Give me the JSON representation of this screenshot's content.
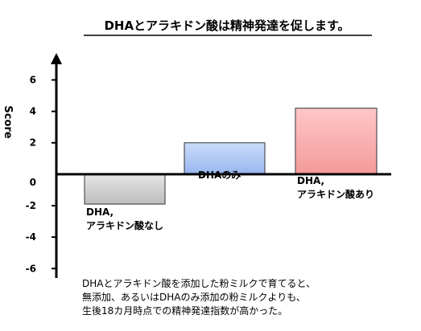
{
  "chart_data": {
    "type": "bar",
    "title": "DHAとアラキドン酸は精神発達を促します。",
    "xlabel": "",
    "ylabel": "Score",
    "ylim": [
      -6.6,
      7.2
    ],
    "yticks": [
      6,
      4,
      2,
      0,
      -2,
      -4,
      -6
    ],
    "tick_labels": [
      "6",
      "4",
      "2",
      "0",
      "-2",
      "-4",
      "-6"
    ],
    "categories": [
      [
        "DHA,",
        "アラキドン酸なし"
      ],
      [
        "DHAのみ"
      ],
      [
        "DHA,",
        "アラキドン酸あり"
      ]
    ],
    "values": [
      -1.9,
      2.0,
      4.2
    ],
    "colors": [
      "#c8c8c8",
      "#a9c4f5",
      "#f6a6a6"
    ],
    "grid": false,
    "annotation": [
      "DHAとアラキドン酸を添加した粉ミルクで育てると、",
      "無添加、あるいはDHAのみ添加の粉ミルクよりも、",
      "生後18カ月時点での精神発達指数が高かった。"
    ]
  }
}
